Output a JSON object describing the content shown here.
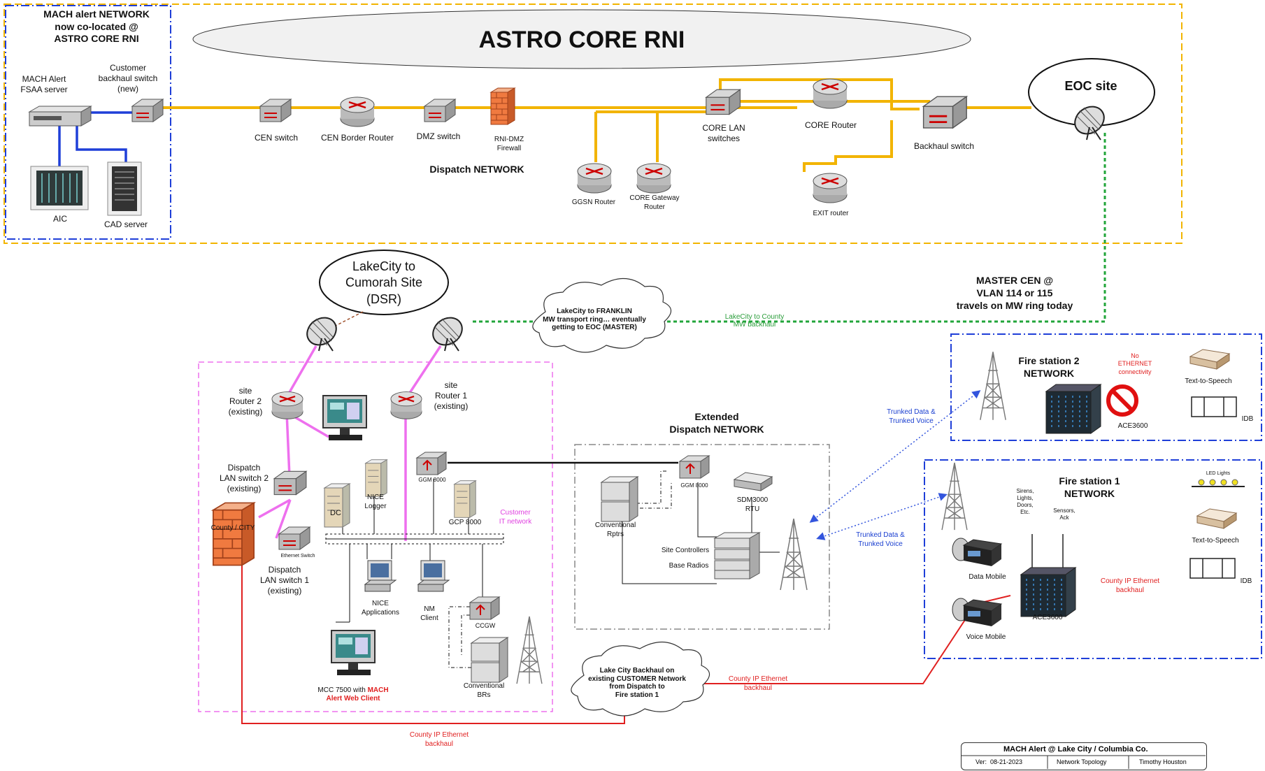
{
  "core": {
    "title": "ASTRO CORE RNI",
    "mach_network": "MACH alert NETWORK\nnow co-located @\nASTRO CORE RNI",
    "fsaa_server": "MACH Alert\nFSAA server",
    "customer_switch": "Customer\nbackhaul switch\n(new)",
    "aic": "AIC",
    "cad_server": "CAD server",
    "cen_switch": "CEN switch",
    "cen_border_router": "CEN Border Router",
    "dmz_switch": "DMZ switch",
    "rni_dmz_firewall": "RNI-DMZ\nFirewall",
    "dispatch_network": "Dispatch NETWORK",
    "ggsn_router": "GGSN Router",
    "core_gateway_router": "CORE Gateway\nRouter",
    "core_lan_switches": "CORE LAN\nswitches",
    "core_router": "CORE Router",
    "exit_router": "EXIT router",
    "backhaul_switch": "Backhaul switch",
    "eoc_site": "EOC site"
  },
  "links": {
    "master_cen": "MASTER CEN @\nVLAN 114 or 115\ntravels on MW ring today",
    "lakecity_cumorah": "LakeCity to\nCumorah Site\n(DSR)",
    "franklin_cloud": "LakeCity to FRANKLIN\nMW transport ring… eventually\ngetting to EOC (MASTER)",
    "mw_backhaul": "LakeCity to County\nMW backhaul",
    "trunked_1": "Trunked Data &\nTrunked Voice",
    "trunked_2": "Trunked Data &\nTrunked Voice",
    "backhaul_cloud": "Lake City Backhaul on\nexisting CUSTOMER Network\nfrom Dispatch to\nFire station 1",
    "county_ip_1": "County IP Ethernet\nbackhaul",
    "county_ip_2": "County IP Ethernet\nbackhaul",
    "county_ip_3": "County IP Ethernet\nbackhaul"
  },
  "dispatch": {
    "site_router_2": "site\nRouter 2\n(existing)",
    "site_router_1": "site\nRouter 1\n(existing)",
    "lan_switch_2": "Dispatch\nLAN switch 2\n(existing)",
    "county_city": "County / CITY",
    "ethernet_switch": "Ethernet Switch",
    "lan_switch_1": "Dispatch\nLAN switch 1\n(existing)",
    "dc": "DC",
    "nice_logger": "NICE\nLogger",
    "ggm_8000": "GGM 8000",
    "gcp_8000": "GCP 8000",
    "customer_it": "Customer\nIT network",
    "nice_apps": "NICE\nApplications",
    "nm_client": "NM\nClient",
    "ccgw": "CCGW",
    "conventional_brs": "Conventional\nBRs",
    "mcc_prefix": "MCC 7500 with ",
    "mcc_red1": "MACH",
    "mcc_red2": "Alert Web Client"
  },
  "extended": {
    "title": "Extended\nDispatch NETWORK",
    "ggm_8000": "GGM 8000",
    "sdm3000": "SDM3000\nRTU",
    "conventional_rptrs": "Conventional\nRptrs",
    "site_controllers": "Site Controllers",
    "base_radios": "Base Radios"
  },
  "fire2": {
    "title": "Fire station 2\nNETWORK",
    "no_ethernet": "No\nETHERNET\nconnectivity",
    "tts": "Text-to-Speech",
    "ace": "ACE3600",
    "idb": "IDB"
  },
  "fire1": {
    "title": "Fire station 1\nNETWORK",
    "sirens": "Sirens,\nLights,\nDoors,\nEtc.",
    "sensors": "Sensors,\nAck",
    "led": "LED Lights",
    "tts": "Text-to-Speech",
    "idb": "IDB",
    "data_mobile": "Data Mobile",
    "voice_mobile": "Voice Mobile",
    "ace": "ACE3600"
  },
  "title_block": {
    "name": "MACH Alert @ Lake City / Columbia Co.",
    "ver": "Ver:  08-21-2023",
    "topology": "Network Topology",
    "author": "Timothy Houston"
  },
  "colors": {
    "core_link": "#f2b400",
    "mach_link": "#1f3fd8",
    "dispatch_link": "#ee70ee",
    "mw_link": "#22a53a",
    "county_link": "#e02020",
    "trunked_link": "#3355dd"
  }
}
